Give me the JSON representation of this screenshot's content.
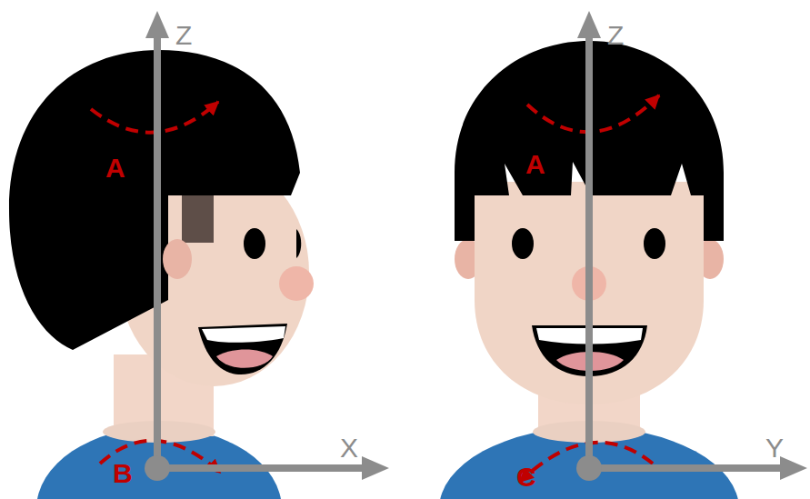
{
  "diagram": {
    "labels": [
      "Z",
      "A",
      "X",
      "B",
      "Z",
      "A",
      "C",
      "Y"
    ]
  }
}
